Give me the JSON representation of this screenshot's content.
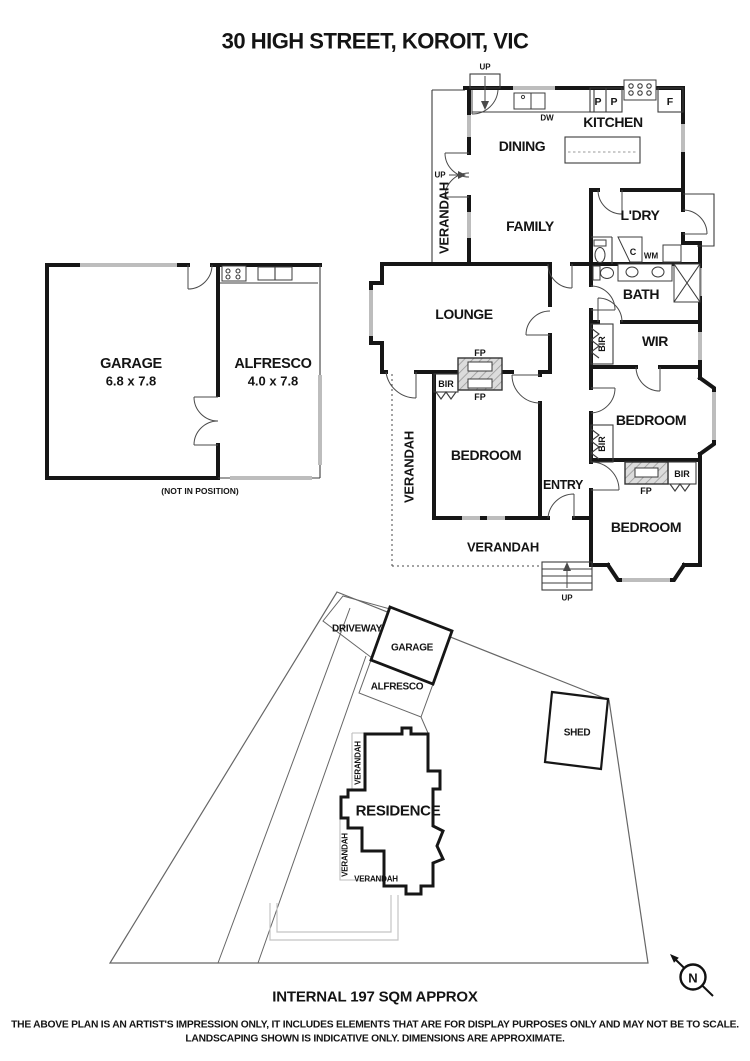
{
  "title": "30 HIGH STREET, KOROIT, VIC",
  "floorplan": {
    "rooms": {
      "kitchen": "KITCHEN",
      "dining": "DINING",
      "family": "FAMILY",
      "laundry": "L'DRY",
      "bath": "BATH",
      "lounge": "LOUNGE",
      "wir": "WIR",
      "entry": "ENTRY",
      "bedroom": "BEDROOM",
      "verandah": "VERANDAH"
    },
    "labels": {
      "up": "UP",
      "fp": "FP",
      "bir": "BIR",
      "dw": "DW",
      "pantry": "P",
      "fridge": "F",
      "cupboard": "C",
      "wm": "WM"
    }
  },
  "outbuilding": {
    "garage": "GARAGE",
    "garage_dims": "6.8 x 7.8",
    "alfresco": "ALFRESCO",
    "alfresco_dims": "4.0 x 7.8",
    "note": "(NOT IN POSITION)"
  },
  "siteplan": {
    "driveway": "DRIVEWAY",
    "garage": "GARAGE",
    "alfresco": "ALFRESCO",
    "shed": "SHED",
    "residence": "RESIDENCE",
    "verandah": "VERANDAH"
  },
  "footer": {
    "area": "INTERNAL 197 SQM APPROX",
    "disclaimer_line1": "THE ABOVE PLAN IS AN ARTIST'S IMPRESSION ONLY, IT INCLUDES ELEMENTS THAT ARE FOR DISPLAY PURPOSES ONLY AND MAY NOT BE TO SCALE.",
    "disclaimer_line2": "LANDSCAPING SHOWN IS INDICATIVE ONLY. DIMENSIONS ARE APPROXIMATE."
  },
  "compass": {
    "north": "N"
  }
}
